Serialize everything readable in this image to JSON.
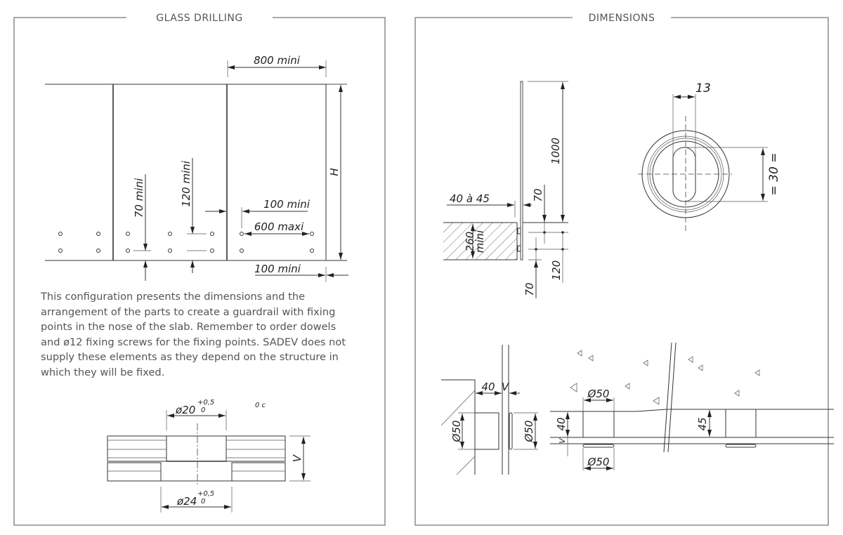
{
  "panels": {
    "glass_drilling": {
      "title": "GLASS DRILLING",
      "labels": {
        "width_min": "800 mini",
        "height": "H",
        "bottom_70": "70 mini",
        "bottom_120": "120 mini",
        "edge_100": "100 mini",
        "spacing_600": "600 maxi",
        "edge_100_bottom": "100 mini"
      },
      "description_lines": [
        "This configuration presents the dimensions and the",
        "arrangement of the parts to create a guardrail with fixing",
        "points in the nose of the slab. Remember to order dowels",
        "and ø12 fixing screws for the fixing points. SADEV does not",
        "supply these elements as they depend on the structure in",
        "which they will be fixed."
      ],
      "hole_detail": {
        "top_diameter": "ø20",
        "top_tol_upper": "+0,5",
        "top_tol_lower": "0",
        "bottom_diameter": "ø24",
        "bottom_tol_upper": "+0,5",
        "bottom_tol_lower": "0",
        "note": "0  c",
        "thickness": "V"
      }
    },
    "dimensions": {
      "title": "DIMENSIONS",
      "side_view": {
        "height": "1000",
        "gap": "40  à  45",
        "slab": "260",
        "slab_min": "mini",
        "upper_70": "70",
        "dim_120": "120",
        "lower_70": "70"
      },
      "slot_view": {
        "width": "13",
        "length": "= 30 ="
      },
      "detail_view": {
        "depth": "40",
        "glass": "V",
        "dowel_diam_left": "Ø50",
        "rosette_diam": "Ø50",
        "dowel_diam_top": "Ø50",
        "dowel_diam_bottom": "Ø50",
        "depth_40": "40",
        "glass_v": "V",
        "depth_45": "45"
      }
    }
  }
}
